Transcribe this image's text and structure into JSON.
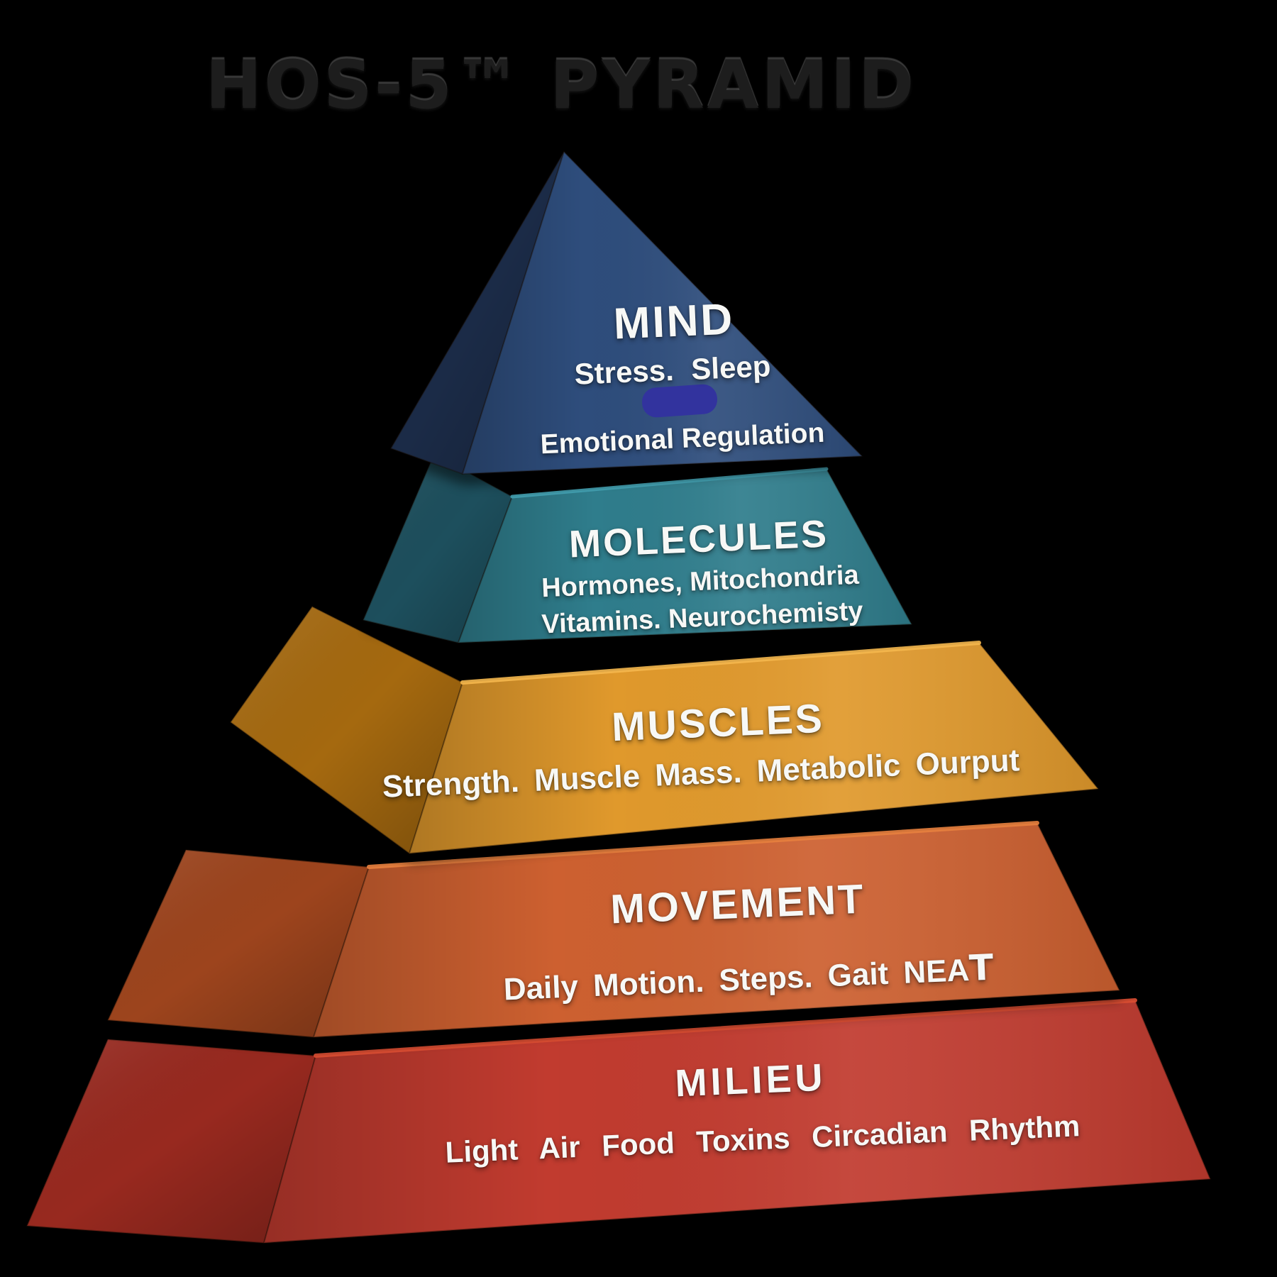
{
  "title": "HOS-5™ PYRAMID",
  "levels": [
    {
      "name": "MIND",
      "line1": "Stress. Sleep",
      "line2": "Emotional Regulation",
      "front_color": "#2e4d7c",
      "side_color": "#1b2b47",
      "redaction_color": "#32339e"
    },
    {
      "name": "MOLECULES",
      "line1": "Hormones, Mitochondria",
      "line2": "Vitamins. Neurochemisty",
      "front_color": "#2f7d8c",
      "side_color": "#1d4f5d",
      "rim_color": "#43a0b1"
    },
    {
      "name": "MUSCLES",
      "line1": "Strength. Muscle Mass. Metabolic Ourput",
      "front_color": "#e0992c",
      "side_color": "#a5690f",
      "rim_color": "#f6b84e"
    },
    {
      "name": "MOVEMENT",
      "line1": "Daily Motion. Steps. Gait NEA",
      "line1_suffix": "T",
      "front_color": "#cd6030",
      "side_color": "#9d441d",
      "rim_color": "#e8813f"
    },
    {
      "name": "MILIEU",
      "line1": "Light Air Food Toxins Circadian Rhythm",
      "front_color": "#c13b2f",
      "side_color": "#98291f",
      "rim_color": "#dd4f33"
    }
  ]
}
